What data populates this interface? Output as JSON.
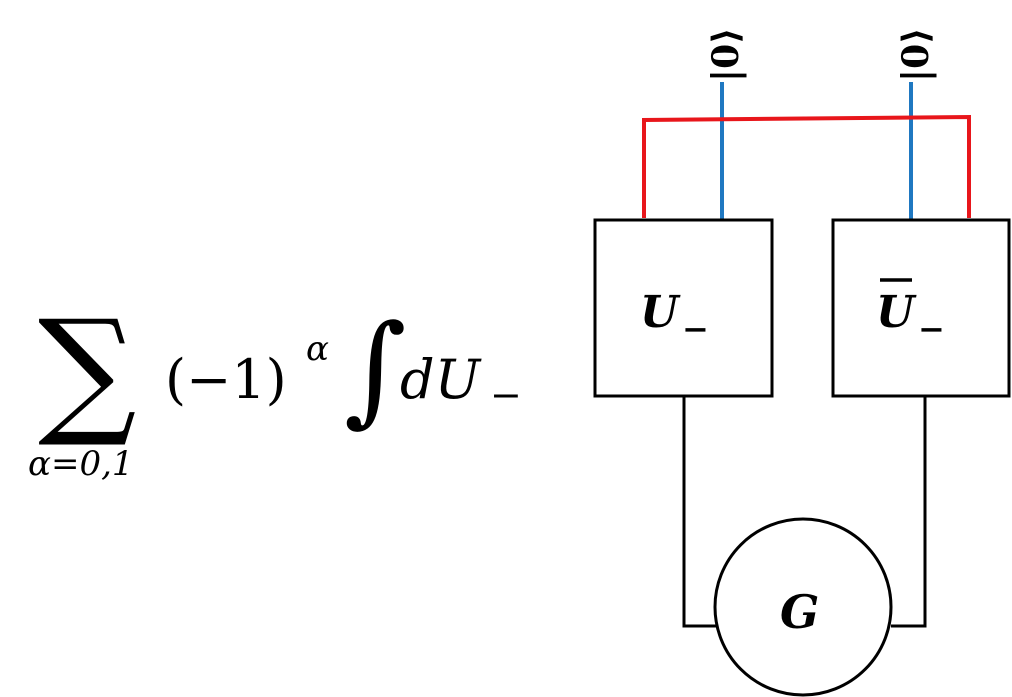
{
  "formula": {
    "sum_symbol": "∑",
    "sum_subscript": "α=0,1",
    "sign_factor": "(−1)",
    "sign_exponent": "α",
    "integral_symbol": "∫",
    "integrand": "dU",
    "integrand_subscript": "−"
  },
  "diagram": {
    "output_left_ket": "|0⟩",
    "output_right_ket": "|0⟩",
    "left_box": {
      "symbol": "U",
      "subscript": "−"
    },
    "right_box": {
      "symbol": "U",
      "subscript": "−",
      "overline": true
    },
    "bottom_node_label": "G"
  },
  "colors": {
    "red_wire": "#e8161b",
    "blue_wire": "#1f78c1",
    "black_wire": "#000000"
  }
}
